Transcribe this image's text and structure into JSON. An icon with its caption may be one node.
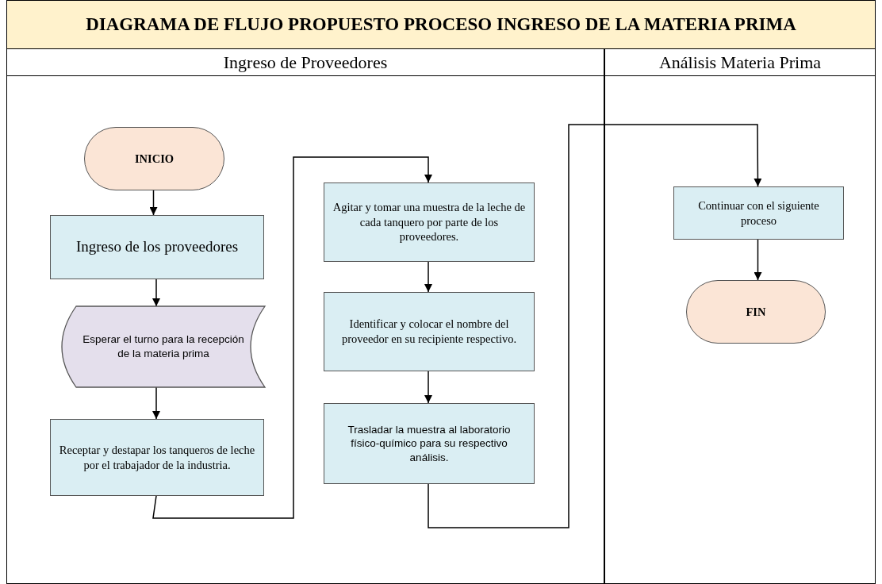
{
  "diagram": {
    "title": "DIAGRAMA DE FLUJO PROPUESTO PROCESO INGRESO DE LA MATERIA PRIMA",
    "nodes": [
      {
        "text": [
          "Ingreso de Proveedores"
        ]
      },
      {
        "text": [
          "Análisis Materia Prima"
        ]
      },
      {
        "text": [
          "INICIO"
        ],
        "in": 0
      },
      {
        "text": [
          "Ingreso de los proveedores"
        ],
        "in": 0
      },
      {
        "text": [
          "Esperar el turno para la recepción de la materia prima"
        ],
        "in": 0
      },
      {
        "text": [
          "Receptar y destapar los tanqueros de leche por el trabajador de la industria."
        ],
        "in": 0
      },
      {
        "text": [
          "Agitar y tomar una muestra de la leche de cada tanquero por parte de los proveedores."
        ],
        "in": 0
      },
      {
        "text": [
          "Identificar y colocar el nombre del proveedor en su recipiente respectivo."
        ],
        "in": 0
      },
      {
        "text": [
          "Trasladar la muestra al laboratorio físico-químico para su respectivo análisis."
        ],
        "in": 0
      },
      {
        "text": [
          "Continuar con el siguiente proceso"
        ],
        "in": 1
      },
      {
        "text": [
          "FIN"
        ],
        "in": 1
      }
    ],
    "edges": [
      {
        "from": 2,
        "to": 3,
        "arrow": "to"
      },
      {
        "from": 3,
        "to": 4,
        "arrow": "to"
      },
      {
        "from": 4,
        "to": 5,
        "arrow": "to"
      },
      {
        "from": 5,
        "to": 6,
        "arrow": "to"
      },
      {
        "from": 6,
        "to": 7,
        "arrow": "to"
      },
      {
        "from": 7,
        "to": 8,
        "arrow": "to"
      },
      {
        "from": 8,
        "to": 9,
        "arrow": "to"
      },
      {
        "from": 9,
        "to": 10,
        "arrow": "to"
      }
    ]
  }
}
